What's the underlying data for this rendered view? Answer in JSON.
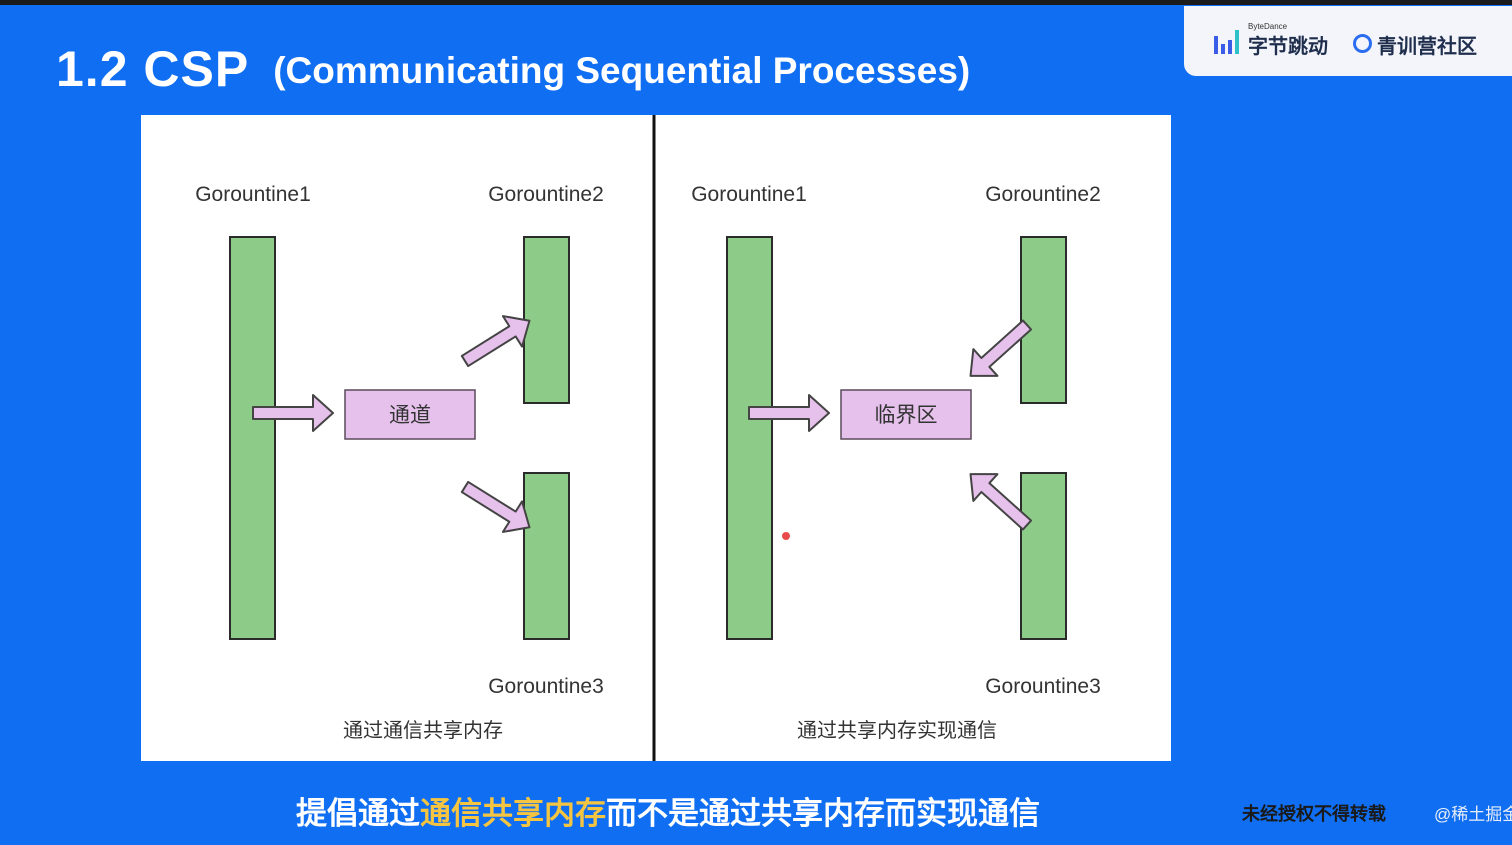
{
  "slide": {
    "title_main": "1.2 CSP",
    "title_sub": "(Communicating Sequential Processes)",
    "footer_before": "提倡通过",
    "footer_highlight": "通信共享内存",
    "footer_after": "而不是通过共享内存而实现通信",
    "copyright_notice": "未经授权不得转载",
    "community_tail": "@稀土掘金技术社区"
  },
  "brand": {
    "bytedance_small": "ByteDance",
    "bytedance_name": "字节跳动",
    "camp_name": "青训营社区"
  },
  "left_diagram": {
    "g1": "Gorountine1",
    "g2": "Gorountine2",
    "g3": "Gorountine3",
    "center_box": "通道",
    "caption": "通过通信共享内存"
  },
  "right_diagram": {
    "g1": "Gorountine1",
    "g2": "Gorountine2",
    "g3": "Gorountine3",
    "center_box": "临界区",
    "caption": "通过共享内存实现通信"
  },
  "colors": {
    "background": "#0f6ef2",
    "goroutine_fill": "#8ccb88",
    "box_fill": "#e6c1ec",
    "highlight": "#f5c542"
  }
}
